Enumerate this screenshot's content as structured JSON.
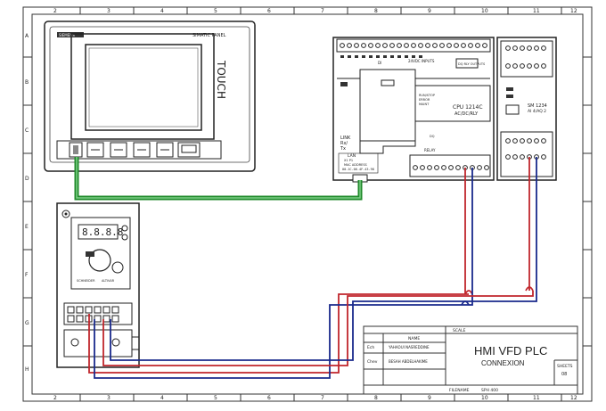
{
  "sheet": {
    "col_labels_top": [
      "2",
      "3",
      "4",
      "5",
      "6",
      "7",
      "8",
      "9",
      "10",
      "11",
      "12"
    ],
    "col_labels_bottom": [
      "2",
      "3",
      "4",
      "5",
      "6",
      "7",
      "8",
      "9",
      "10",
      "11",
      "12"
    ],
    "row_labels": [
      "A",
      "B",
      "C",
      "D",
      "E",
      "F",
      "G",
      "H"
    ]
  },
  "hmi": {
    "brand": "SIEMENS",
    "model": "SIMATIC PANEL",
    "touch": "TOUCH"
  },
  "plc": {
    "di_label": "DI",
    "inputs_label": "24VDC INPUTS",
    "output_label": "DQ RLY OUTPUTS",
    "cpu_label": "CPU 1214C",
    "cpu_sub": "AC/DC/RLY",
    "sm_label": "SM 1234",
    "sm_sub": "AI 4/AQ 2",
    "status_lines": [
      "RUN/STOP",
      "ERROR",
      "MAINT"
    ],
    "link_lines": [
      "LINK",
      "Rx/",
      "Tx"
    ],
    "lan_label": "LAN",
    "mac_label": "MAC ADDRESS",
    "mac_value": "X1 P1",
    "serial": "00-1C-06-4F-43-98",
    "relay_label": "RELAY",
    "dq_label": "DQ"
  },
  "vfd": {
    "display": "8.8.8.8",
    "brand": "SCHNEIDER",
    "series": "ALTIVAR"
  },
  "title_block": {
    "scale_label": "SCALE",
    "name_label": "NAME",
    "ech_label": "Ech",
    "chev_label": "Chev",
    "author1": "YAHAOUI NASREDDINE",
    "author2": "BESAH ABDELHAKIME",
    "main_title": "HMI VFD PLC",
    "subtitle": "CONNEXION",
    "sheets_label": "SHEETS",
    "sheet_no": "08",
    "filename_label": "FILENAME",
    "filename": "SPH 400"
  },
  "colors": {
    "ethernet": "#1f8a2a",
    "signal_red": "#c0262c",
    "signal_blue": "#1a2a8c",
    "line": "#333333"
  }
}
